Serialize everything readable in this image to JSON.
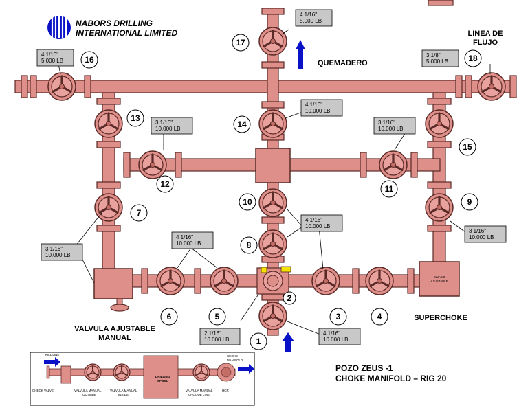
{
  "company": {
    "line1": "NABORS DRILLING",
    "line2": "INTERNATIONAL LIMITED"
  },
  "flow_labels": {
    "quemadero": "QUEMADERO",
    "linea_1": "LINEA DE",
    "linea_2": "FLUJO",
    "superchoke": "SUPERCHOKE",
    "valvula_1": "VALVULA AJUSTABLE",
    "valvula_2": "MANUAL",
    "swaco_1": "SWACO",
    "swaco_2": "AJUSTABLE"
  },
  "title": {
    "line1": "POZO ZEUS -1",
    "line2": "CHOKE MANIFOLD – RIG 20"
  },
  "valve_numbers": [
    "1",
    "2",
    "3",
    "4",
    "5",
    "6",
    "7",
    "8",
    "9",
    "10",
    "11",
    "12",
    "13",
    "14",
    "15",
    "16",
    "17",
    "18"
  ],
  "spec_boxes": [
    {
      "size": "4 1/16\"",
      "rating": "5.000 LB"
    },
    {
      "size": "4 1/16\"",
      "rating": "5.000 LB"
    },
    {
      "size": "3 1/8\"",
      "rating": "5.000 LB"
    },
    {
      "size": "3 1/16\"",
      "rating": "10.000 LB"
    },
    {
      "size": "4 1/16\"",
      "rating": "10.000 LB"
    },
    {
      "size": "3 1/16\"",
      "rating": "10.000 LB"
    },
    {
      "size": "4 1/16\"",
      "rating": "10.000 LB"
    },
    {
      "size": "3 1/16\"",
      "rating": "10.000 LB"
    },
    {
      "size": "4 1/16\"",
      "rating": "10.000 LB"
    },
    {
      "size": "3 1/16\"",
      "rating": "10.000 LB"
    },
    {
      "size": "2 1/16\"",
      "rating": "10.000 LB"
    },
    {
      "size": "4 1/16\"",
      "rating": "10.000 LB"
    }
  ],
  "legend": {
    "kill_line": "KILL LINE",
    "choke_manifold_1": "CHOKE",
    "choke_manifold_2": "MANIFOLD",
    "check_valve": "CHECK VALVE",
    "manual_outside_1": "VALVULA MANUAL",
    "manual_outside_2": "OUTSIDE",
    "manual_inside_1": "VALVULA MANUAL",
    "manual_inside_2": "INSIDE",
    "drilling_1": "DRILLING",
    "drilling_2": "SPOOL",
    "choque_1": "VALVULA MANUAL",
    "choque_2": "CHOQUE LINE",
    "hcr": "HCR"
  },
  "colors": {
    "pipe": "#df8f8a",
    "pipe_dark": "#8a3f3b",
    "arrow": "#0a12c8",
    "spec_box": "#c8c8c8",
    "yellow": "#f2e200"
  }
}
